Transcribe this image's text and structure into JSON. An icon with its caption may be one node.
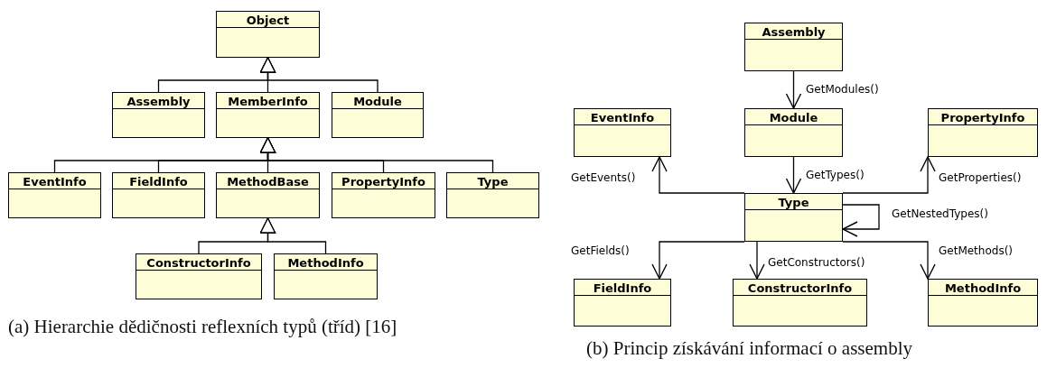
{
  "diagram": {
    "nodes": [
      {
        "text": [
          "Object"
        ]
      },
      {
        "text": [
          "Assembly"
        ]
      },
      {
        "text": [
          "MemberInfo"
        ]
      },
      {
        "text": [
          "Module"
        ]
      },
      {
        "text": [
          "EventInfo"
        ]
      },
      {
        "text": [
          "FieldInfo"
        ]
      },
      {
        "text": [
          "MethodBase"
        ]
      },
      {
        "text": [
          "PropertyInfo"
        ]
      },
      {
        "text": [
          "Type"
        ]
      },
      {
        "text": [
          "ConstructorInfo"
        ]
      },
      {
        "text": [
          "MethodInfo"
        ]
      },
      {
        "text": [
          "Assembly"
        ]
      },
      {
        "text": [
          "EventInfo"
        ]
      },
      {
        "text": [
          "Module"
        ]
      },
      {
        "text": [
          "PropertyInfo"
        ]
      },
      {
        "text": [
          "Type"
        ]
      },
      {
        "text": [
          "FieldInfo"
        ]
      },
      {
        "text": [
          "ConstructorInfo"
        ]
      },
      {
        "text": [
          "MethodInfo"
        ]
      }
    ],
    "edges": [
      {
        "from": 1,
        "to": 0,
        "arrow": "to"
      },
      {
        "from": 2,
        "to": 0,
        "arrow": "to"
      },
      {
        "from": 3,
        "to": 0,
        "arrow": "to"
      },
      {
        "from": 4,
        "to": 2,
        "arrow": "to"
      },
      {
        "from": 5,
        "to": 2,
        "arrow": "to"
      },
      {
        "from": 6,
        "to": 2,
        "arrow": "to"
      },
      {
        "from": 7,
        "to": 2,
        "arrow": "to"
      },
      {
        "from": 8,
        "to": 2,
        "arrow": "to"
      },
      {
        "from": 9,
        "to": 6,
        "arrow": "to"
      },
      {
        "from": 10,
        "to": 6,
        "arrow": "to"
      },
      {
        "from": 11,
        "to": 13,
        "arrow": "to",
        "label": "GetModules()"
      },
      {
        "from": 13,
        "to": 15,
        "arrow": "to",
        "label": "GetTypes()"
      },
      {
        "from": 15,
        "to": 12,
        "arrow": "to",
        "label": "GetEvents()"
      },
      {
        "from": 15,
        "to": 14,
        "arrow": "to",
        "label": "GetProperties()"
      },
      {
        "from": 15,
        "to": 15,
        "arrow": "to",
        "label": "GetNestedTypes()"
      },
      {
        "from": 15,
        "to": 16,
        "arrow": "to",
        "label": "GetFields()"
      },
      {
        "from": 15,
        "to": 17,
        "arrow": "to",
        "label": "GetConstructors()"
      },
      {
        "from": 15,
        "to": 18,
        "arrow": "to",
        "label": "GetMethods()"
      }
    ],
    "labels": [
      "(a) Hierarchie dědičnosti reflexních typů (tříd) [16]",
      "(b) Princip získávání informací o assembly"
    ]
  }
}
